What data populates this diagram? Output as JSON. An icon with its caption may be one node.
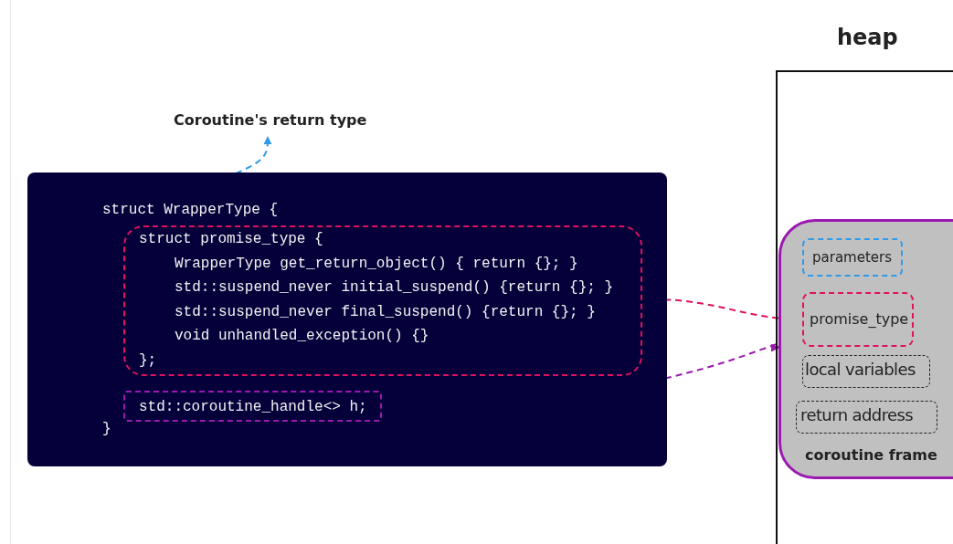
{
  "diagram": {
    "nodes": [
      {
        "text": [
          "Coroutine's return type"
        ]
      },
      {
        "text": [
          "struct WrapperType {",
          "}"
        ]
      },
      {
        "text": [
          "struct promise_type {",
          "WrapperType get_return_object() { return {}; }",
          "std::suspend_never initial_suspend() {return {}; }",
          "std::suspend_never final_suspend() {return {}; }",
          "void unhandled_exception() {}",
          "};"
        ],
        "in": 1
      },
      {
        "text": [
          "std::coroutine_handle<> h;"
        ],
        "in": 1
      },
      {
        "text": [
          "heap"
        ]
      },
      {
        "text": [
          "coroutine frame"
        ],
        "in": 4
      },
      {
        "text": [
          "parameters"
        ],
        "in": 5
      },
      {
        "text": [
          "promise_type"
        ],
        "in": 5
      },
      {
        "text": [
          "local variables"
        ],
        "in": 5
      },
      {
        "text": [
          "return address"
        ],
        "in": 5
      }
    ],
    "edges": [
      {
        "from": 1,
        "to": 0,
        "arrow": "to",
        "style": "dashed",
        "color": "#2f9be8"
      },
      {
        "from": 2,
        "to": 7,
        "arrow": "to",
        "style": "dashed",
        "color": "#e0115f"
      },
      {
        "from": 3,
        "to": 5,
        "arrow": "to",
        "style": "dashed",
        "color": "#9b19b0"
      }
    ]
  }
}
